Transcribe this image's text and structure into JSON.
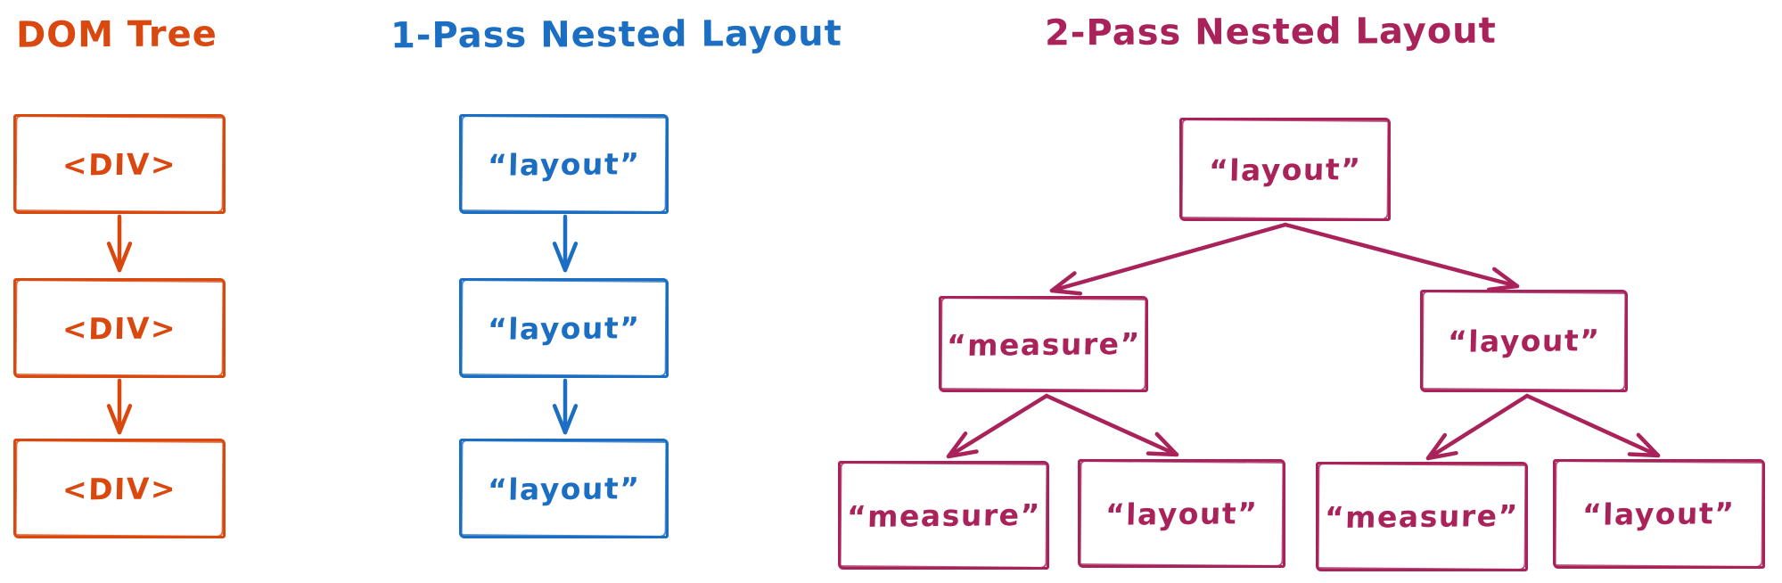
{
  "colors": {
    "dom_tree": "#d9480f",
    "one_pass": "#1b6ec2",
    "two_pass": "#a9235a"
  },
  "dom_tree": {
    "title": "DOM Tree",
    "nodes": [
      "<DIV>",
      "<DIV>",
      "<DIV>"
    ]
  },
  "one_pass": {
    "title": "1-Pass Nested Layout",
    "nodes": [
      "“layout”",
      "“layout”",
      "“layout”"
    ]
  },
  "two_pass": {
    "title": "2-Pass Nested Layout",
    "root": "“layout”",
    "children": [
      "“measure”",
      "“layout”"
    ],
    "grandchildren": [
      "“measure”",
      "“layout”",
      "“measure”",
      "“layout”"
    ]
  }
}
